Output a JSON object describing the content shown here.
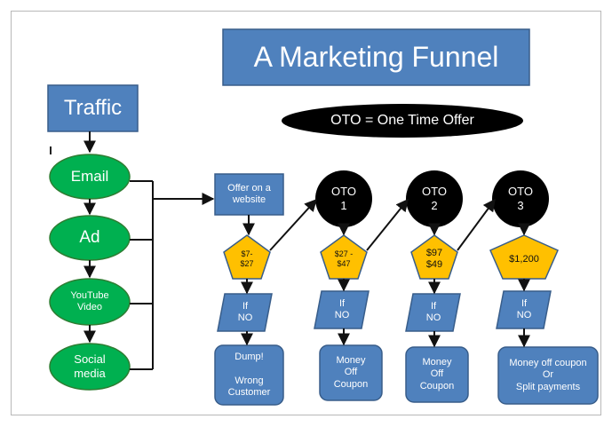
{
  "title": "A Marketing Funnel",
  "legend": "OTO = One Time Offer",
  "traffic": "Traffic",
  "sources": [
    "Email",
    "Ad",
    "YouTube\nVideo",
    "Social\nmedia"
  ],
  "offer_box": "Offer on a\nwebsite",
  "oto_labels": [
    "OTO\n1",
    "OTO\n2",
    "OTO\n3"
  ],
  "prices": [
    "$7-\n$27",
    "$27 -\n$47",
    "$97\n$49",
    "$1,200"
  ],
  "if_no": [
    "If\nNO",
    "If\nNO",
    "If\nNO",
    "If\nNO"
  ],
  "outcomes": [
    "Dump!\n\nWrong\nCustomer",
    "Money\nOff\nCoupon",
    "Money\nOff\nCoupon",
    "Money off coupon\nOr\nSplit payments"
  ],
  "colors": {
    "box_blue": "#4f81bd",
    "box_border": "#385d8a",
    "green": "#00b050",
    "green_border": "#2e7d32",
    "gold": "#ffc000",
    "black": "#000000"
  }
}
